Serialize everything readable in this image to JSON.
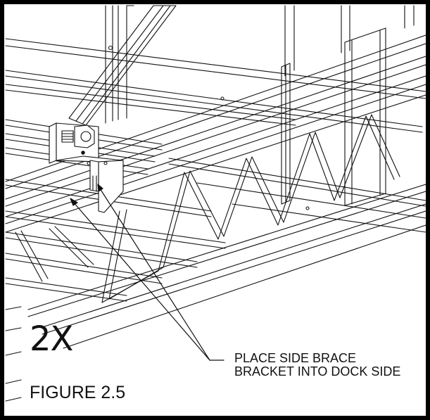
{
  "figure": {
    "quantity": "2X",
    "caption": "FIGURE 2.5",
    "callout_lines": [
      "PLACE SIDE BRACE",
      "BRACKET INTO DOCK SIDE"
    ]
  },
  "colors": {
    "ink": "#111111",
    "frame": "#000000",
    "paper": "#ffffff"
  }
}
